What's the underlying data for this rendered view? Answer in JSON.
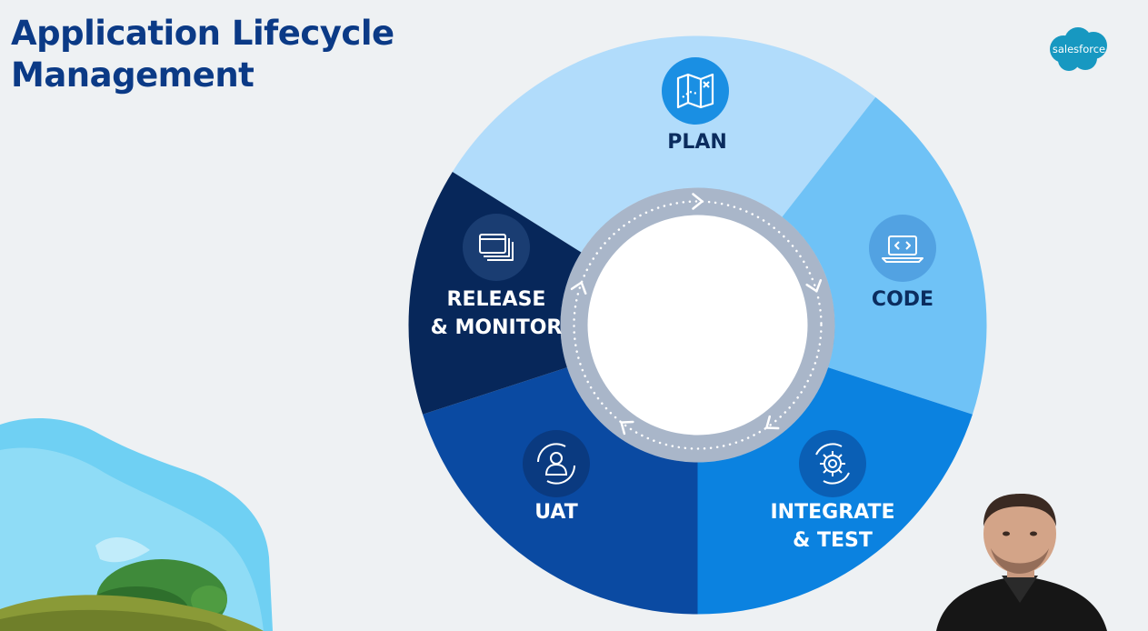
{
  "slide": {
    "title_line1": "Application Lifecycle",
    "title_line2": "Management"
  },
  "logo": {
    "text": "salesforce",
    "icon": "salesforce-cloud-logo"
  },
  "cycle": {
    "stages": [
      {
        "id": "plan",
        "label_lines": [
          "PLAN"
        ],
        "icon": "map-icon",
        "color": "#b1dcfb",
        "text_color": "#0b2c5e"
      },
      {
        "id": "code",
        "label_lines": [
          "CODE"
        ],
        "icon": "laptop-code-icon",
        "color": "#6fc2f6",
        "text_color": "#0b2c5e"
      },
      {
        "id": "integrate-test",
        "label_lines": [
          "INTEGRATE",
          "& TEST"
        ],
        "icon": "gear-icon",
        "color": "#0b82e0",
        "text_color": "#ffffff"
      },
      {
        "id": "uat",
        "label_lines": [
          "UAT"
        ],
        "icon": "user-sync-icon",
        "color": "#0a4aa2",
        "text_color": "#ffffff"
      },
      {
        "id": "release-monitor",
        "label_lines": [
          "RELEASE",
          "& MONITOR"
        ],
        "icon": "windows-stack-icon",
        "color": "#07275a",
        "text_color": "#ffffff"
      }
    ],
    "flow_direction": "clockwise"
  }
}
